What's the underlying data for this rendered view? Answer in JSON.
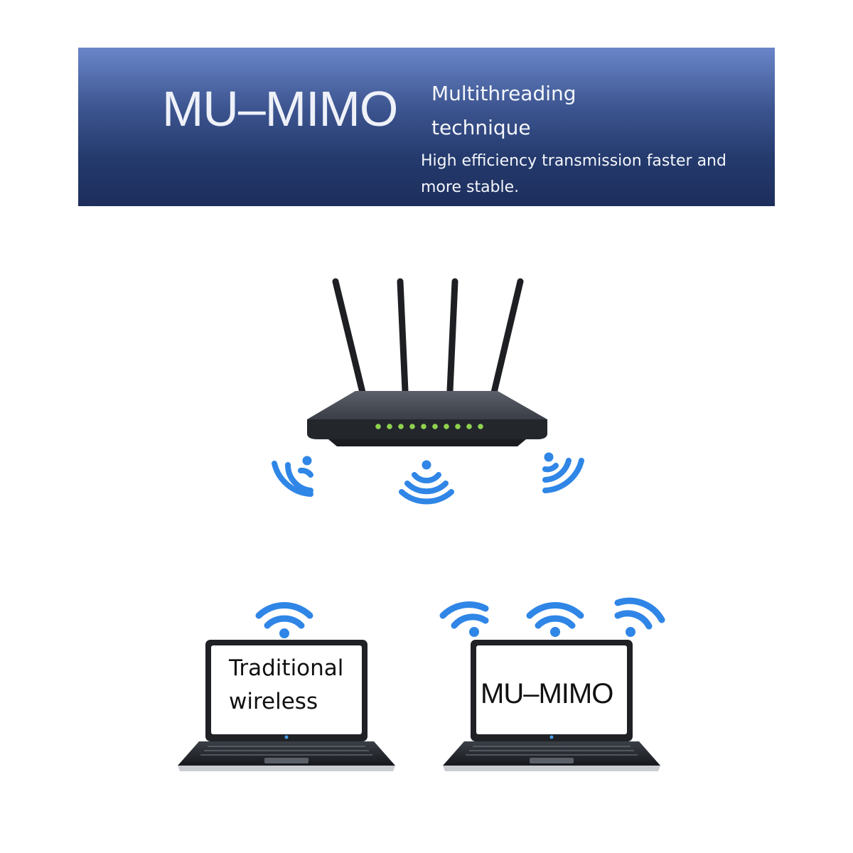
{
  "banner": {
    "title": "MU–MIMO",
    "subtitle": "Multithreading technique",
    "description": "High efficiency transmission faster and more stable."
  },
  "laptops": [
    {
      "screen_text": "Traditional wireless",
      "signal_count": 1
    },
    {
      "screen_text": "MU–MIMO",
      "signal_count": 3
    }
  ],
  "router": {
    "antenna_count": 4,
    "indicator_light_count": 10
  },
  "colors": {
    "banner_top": "#6a86c9",
    "banner_bottom": "#1d2e5c",
    "signal_blue": "#2f86e6",
    "led_green": "#8fd14f",
    "router_body": "#3b3f47"
  },
  "icons": [
    "router-icon",
    "wifi-signal-icon",
    "laptop-icon"
  ]
}
